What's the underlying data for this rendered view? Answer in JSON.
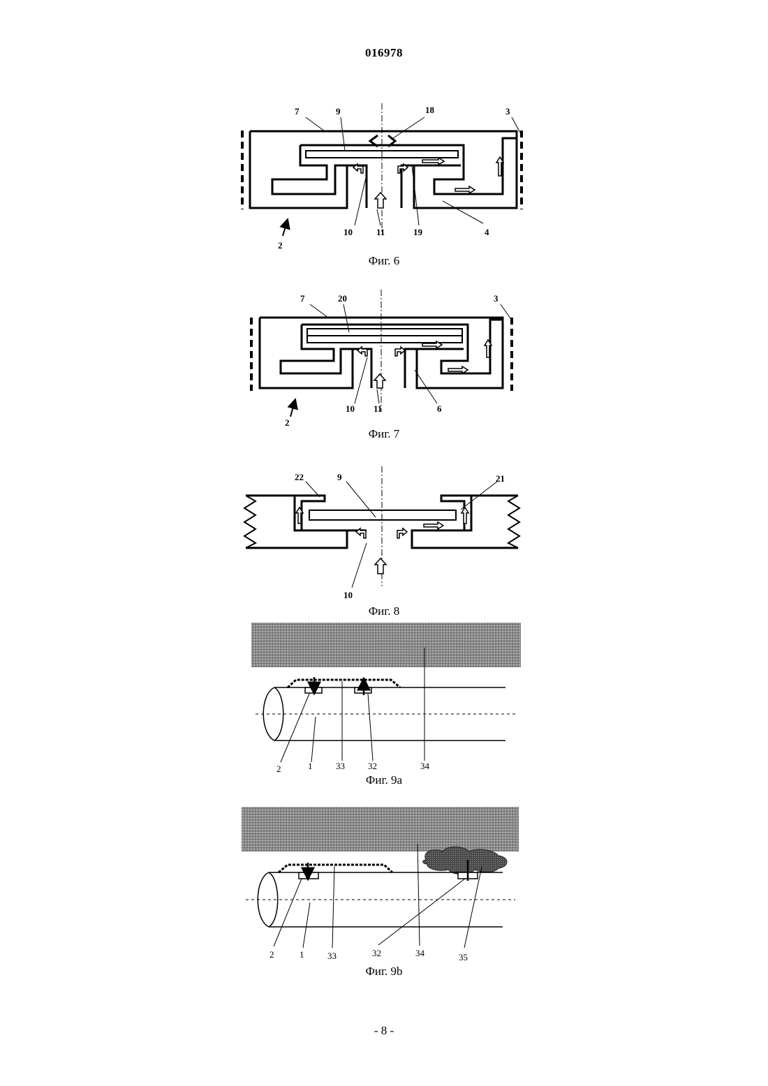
{
  "header": {
    "doc_number": "016978"
  },
  "footer": {
    "page_number": "- 8 -"
  },
  "figures": [
    {
      "caption": "Фиг. 6",
      "labels": [
        "7",
        "9",
        "18",
        "3",
        "10",
        "11",
        "19",
        "4",
        "2"
      ]
    },
    {
      "caption": "Фиг. 7",
      "labels": [
        "7",
        "20",
        "3",
        "10",
        "11",
        "6",
        "2"
      ]
    },
    {
      "caption": "Фиг. 8",
      "labels": [
        "22",
        "9",
        "21",
        "10"
      ]
    },
    {
      "caption": "Фиг. 9a",
      "labels": [
        "2",
        "1",
        "33",
        "32",
        "34"
      ]
    },
    {
      "caption": "Фиг. 9b",
      "labels": [
        "2",
        "1",
        "33",
        "32",
        "34",
        "35"
      ]
    }
  ]
}
